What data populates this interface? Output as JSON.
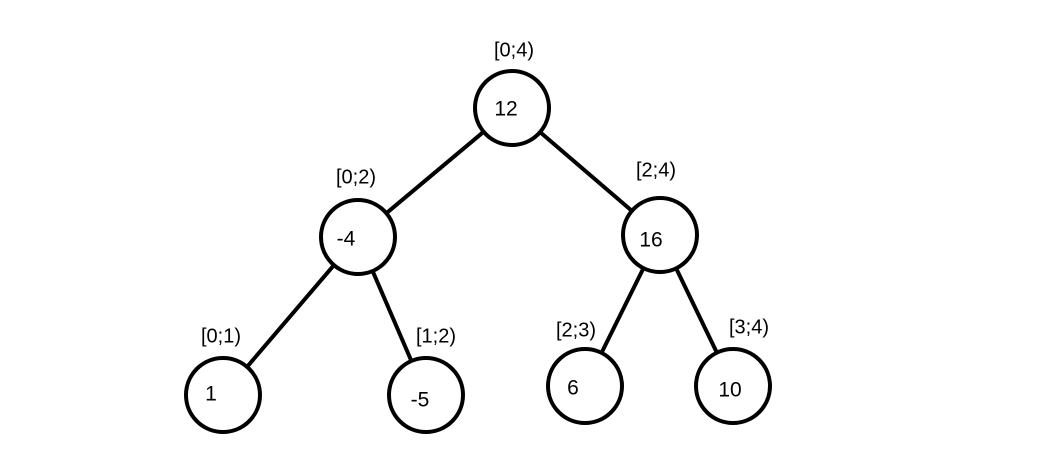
{
  "colors": {
    "background": "#ffffff",
    "stroke": "#000000",
    "text": "#000000"
  },
  "tree": {
    "nodes": [
      {
        "id": "root",
        "value": "12",
        "range": "[0;4)"
      },
      {
        "id": "left",
        "value": "-4",
        "range": "[0;2)"
      },
      {
        "id": "right",
        "value": "16",
        "range": "[2;4)"
      },
      {
        "id": "leaf-0",
        "value": "1",
        "range": "[0;1)"
      },
      {
        "id": "leaf-1",
        "value": "-5",
        "range": "[1;2)"
      },
      {
        "id": "leaf-2",
        "value": "6",
        "range": "[2;3)"
      },
      {
        "id": "leaf-3",
        "value": "10",
        "range": "[3;4)"
      }
    ],
    "edges": [
      [
        "root",
        "left"
      ],
      [
        "root",
        "right"
      ],
      [
        "left",
        "leaf-0"
      ],
      [
        "left",
        "leaf-1"
      ],
      [
        "right",
        "leaf-2"
      ],
      [
        "right",
        "leaf-3"
      ]
    ]
  }
}
